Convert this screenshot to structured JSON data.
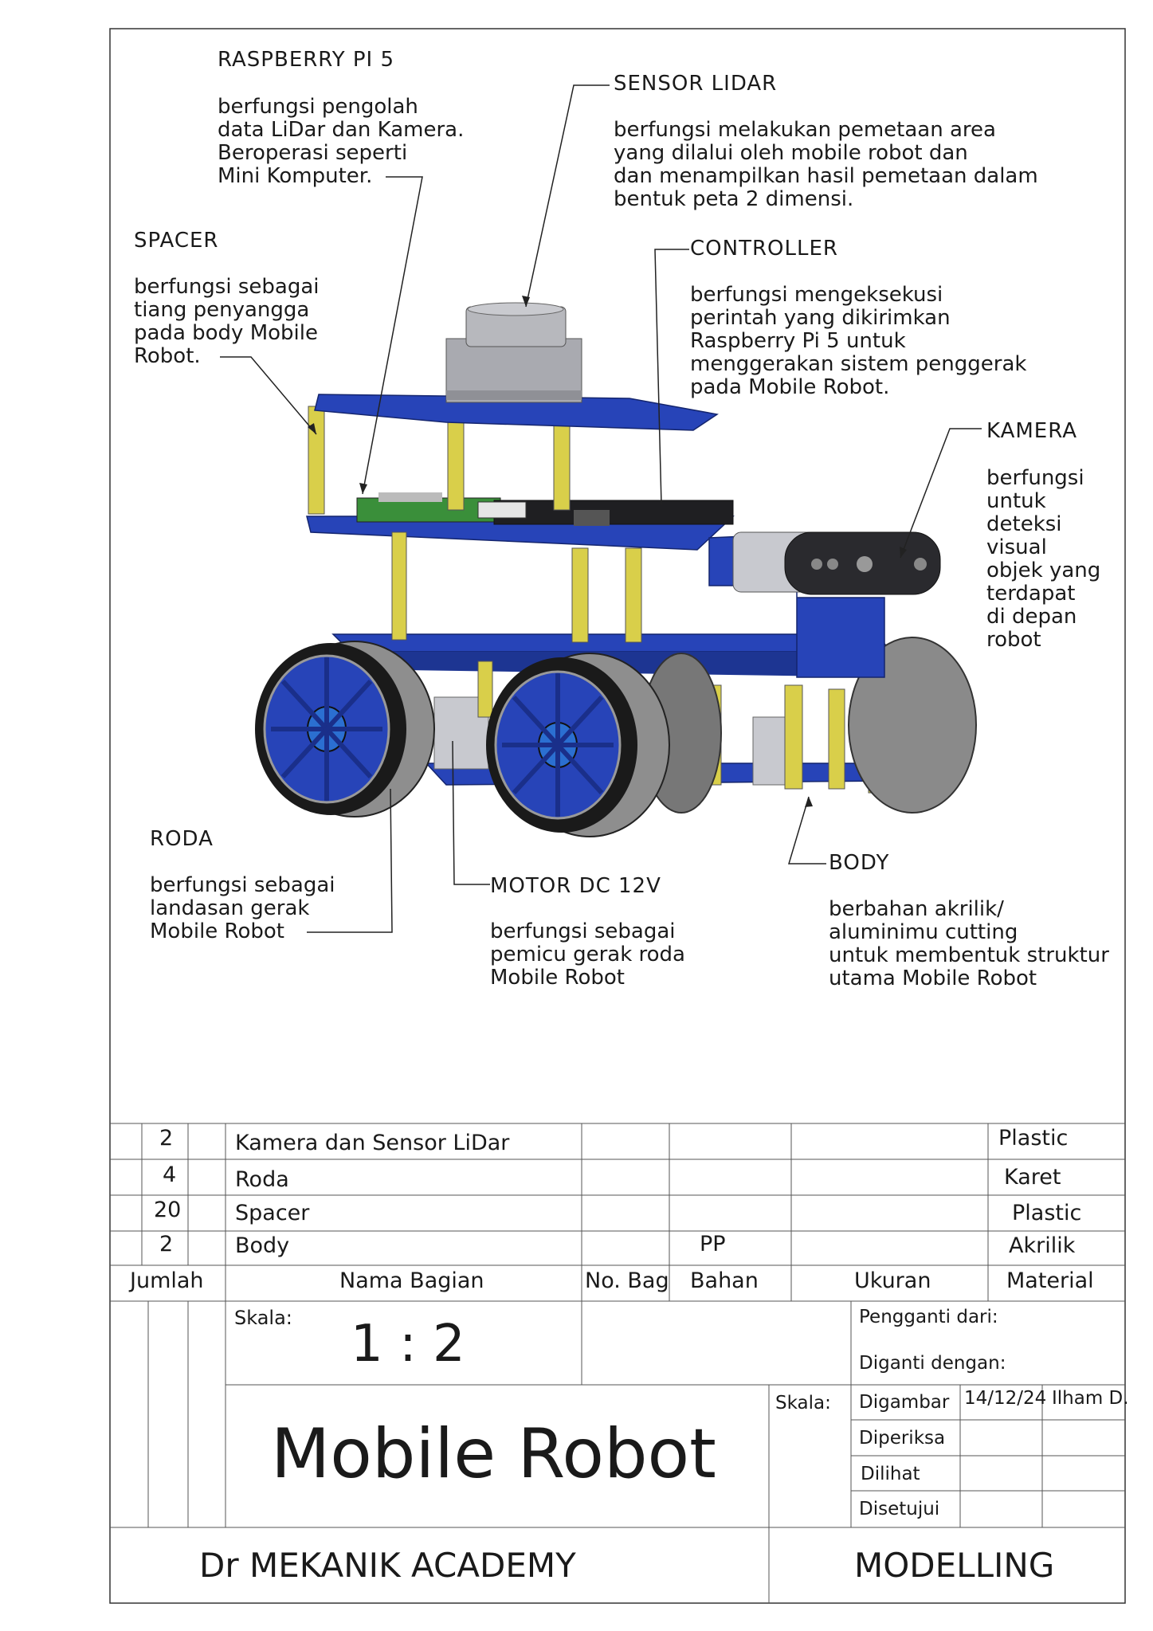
{
  "callouts": {
    "raspberry": {
      "title": "RASPBERRY PI 5",
      "desc": "berfungsi pengolah\ndata LiDar dan Kamera.\nBeroperasi seperti\nMini Komputer."
    },
    "lidar": {
      "title": "SENSOR LIDAR",
      "desc": "berfungsi melakukan pemetaan area\nyang dilalui oleh mobile robot dan\ndan menampilkan hasil pemetaan dalam\nbentuk peta 2 dimensi."
    },
    "spacer": {
      "title": "SPACER",
      "desc": "berfungsi sebagai\ntiang penyangga\npada body Mobile\nRobot."
    },
    "controller": {
      "title": "CONTROLLER",
      "desc": "berfungsi mengeksekusi\nperintah yang dikirimkan\nRaspberry Pi 5 untuk\nmenggerakan sistem penggerak\npada Mobile Robot."
    },
    "kamera": {
      "title": "KAMERA",
      "desc": "berfungsi\nuntuk\ndeteksi\nvisual\nobjek yang\nterdapat\ndi depan\nrobot"
    },
    "roda": {
      "title": "RODA",
      "desc": "berfungsi sebagai\nlandasan gerak\nMobile Robot"
    },
    "motor": {
      "title": "MOTOR DC 12V",
      "desc": "berfungsi sebagai\npemicu gerak roda\nMobile Robot"
    },
    "body": {
      "title": "BODY",
      "desc": "berbahan akrilik/\naluminimu cutting\nuntuk membentuk struktur\nutama Mobile Robot"
    }
  },
  "bom": {
    "rows": [
      {
        "qty": "2",
        "name": "Kamera dan Sensor LiDar",
        "no": "",
        "bahan": "",
        "ukuran": "",
        "material": "Plastic"
      },
      {
        "qty": "4",
        "name": "Roda",
        "no": "",
        "bahan": "",
        "ukuran": "",
        "material": "Karet"
      },
      {
        "qty": "20",
        "name": "Spacer",
        "no": "",
        "bahan": "",
        "ukuran": "",
        "material": "Plastic"
      },
      {
        "qty": "2",
        "name": "Body",
        "no": "",
        "bahan": "PP",
        "ukuran": "",
        "material": "Akrilik"
      }
    ],
    "headers": {
      "qty": "Jumlah",
      "name": "Nama Bagian",
      "no": "No. Bag",
      "bahan": "Bahan",
      "ukuran": "Ukuran",
      "material": "Material"
    }
  },
  "title_block": {
    "skala_label": "Skala:",
    "skala_value": "1 : 2",
    "pengganti": "Pengganti dari:",
    "diganti": "Diganti dengan:",
    "skala_label2": "Skala:",
    "digambar": "Digambar",
    "digambar_date": "14/12/24",
    "digambar_name": "Ilham D.",
    "diperiksa": "Diperiksa",
    "dilihat": "Dilihat",
    "disetujui": "Disetujui",
    "title": "Mobile Robot",
    "company": "Dr MEKANIK ACADEMY",
    "category": "MODELLING"
  },
  "colors": {
    "acrylic_blue": "#2744b8",
    "spacer_yellow": "#d9cf4a",
    "pcb_green": "#3a8f3a",
    "tire_gray": "#8a8a8a",
    "lidar_gray": "#a9aab0",
    "camera_dark": "#2a2a2e"
  }
}
